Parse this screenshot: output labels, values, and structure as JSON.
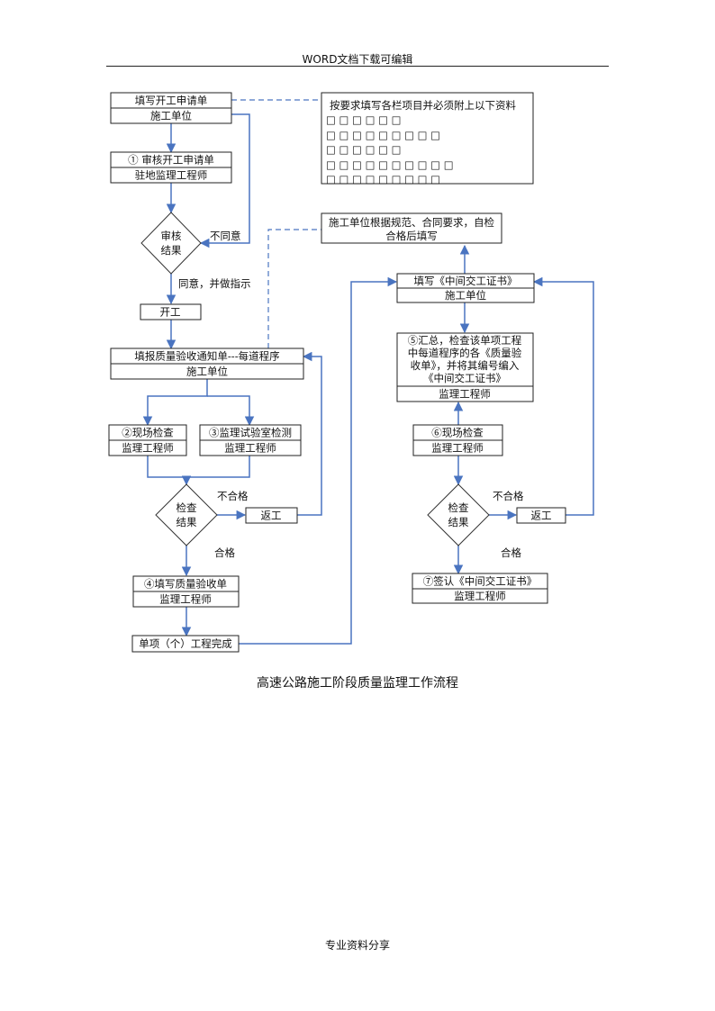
{
  "header": {
    "title": "WORD文档下载可编辑"
  },
  "footer": {
    "text": "专业资料分享"
  },
  "caption": "高速公路施工阶段质量监理工作流程",
  "nodes": {
    "apply_top": "填写开工申请单",
    "apply_bottom": "施工单位",
    "review_top": "① 审核开工申请单",
    "review_bottom": "驻地监理工程师",
    "review_result_1": "审核",
    "review_result_2": "结果",
    "disagree": "不同意",
    "agree": "同意，并做指示",
    "start": "开工",
    "notice_top": "填报质量验收通知单---每道程序",
    "notice_bottom": "施工单位",
    "site_top": "②现场检查",
    "site_bottom": "监理工程师",
    "lab_top": "③监理试验室检测",
    "lab_bottom": "监理工程师",
    "check_1": "检查",
    "check_2": "结果",
    "fail": "不合格",
    "rework": "返工",
    "pass": "合格",
    "acc_top": "④填写质量验收单",
    "acc_bottom": "监理工程师",
    "single_done": "单项（个）工程完成",
    "req_line1": "按要求填写各栏项目并必须附上以下资料",
    "req_lines": [
      "□ □ □ □ □ □",
      "□ □ □ □ □ □ □ □ □",
      "□ □ □ □ □ □",
      "□ □ □ □ □ □ □ □ □ □",
      "□ □ □ □ □ □ □ □ □"
    ],
    "self_check_1": "施工单位根据规范、合同要求，自检",
    "self_check_2": "合格后填写",
    "cert_top": "填写《中间交工证书》",
    "cert_bottom": "施工单位",
    "sum_1": "⑤汇总，检查该单项工程",
    "sum_2": "中每道程序的各《质量验",
    "sum_3": "收单》，并将其编号编入",
    "sum_4": "《中间交工证书》",
    "sum_bottom": "监理工程师",
    "site2_top": "⑥现场检查",
    "site2_bottom": "监理工程师",
    "check2_1": "检查",
    "check2_2": "结果",
    "fail2": "不合格",
    "rework2": "返工",
    "pass2": "合格",
    "sign_top": "⑦签认《中间交工证书》",
    "sign_bottom": "监理工程师"
  },
  "colors": {
    "connector": "#4a74c0",
    "border": "#222222"
  }
}
